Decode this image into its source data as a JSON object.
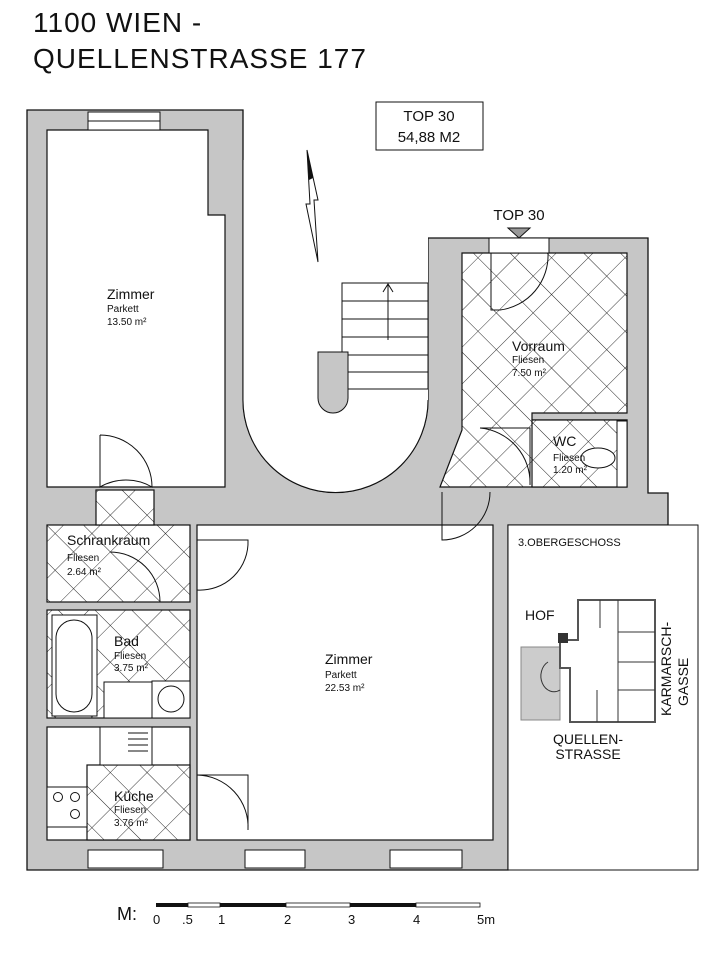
{
  "title": {
    "line1": "1100 WIEN -",
    "line2": "QUELLENSTRASSE 177"
  },
  "unit_box": {
    "top": "TOP 30",
    "area": "54,88 M2"
  },
  "entrance_label": "TOP 30",
  "rooms": [
    {
      "name": "Zimmer",
      "floor": "Parkett",
      "area": "13.50 m²"
    },
    {
      "name": "Vorraum",
      "floor": "Fliesen",
      "area": "7.50 m²"
    },
    {
      "name": "WC",
      "floor": "Fliesen",
      "area": "1.20 m²"
    },
    {
      "name": "Schrankraum",
      "floor": "Fliesen",
      "area": "2.64 m²"
    },
    {
      "name": "Bad",
      "floor": "Fliesen",
      "area": "3.75 m²"
    },
    {
      "name": "Zimmer",
      "floor": "Parkett",
      "area": "22.53 m²"
    },
    {
      "name": "Küche",
      "floor": "Fliesen",
      "area": "3.76 m²"
    }
  ],
  "key_plan": {
    "floor": "3.OBERGESCHOSS",
    "courtyard": "HOF",
    "street_side": "KARMARSCH-GASSE",
    "street_side_lines": [
      "KARMARSCH-",
      "GASSE"
    ],
    "street_bottom_lines": [
      "QUELLEN-",
      "STRASSE"
    ]
  },
  "scale": {
    "prefix": "M:",
    "ticks": [
      "0",
      ".5",
      "1",
      "2",
      "3",
      "4",
      "5m"
    ]
  },
  "colors": {
    "wall": "#c6c6c6",
    "line": "#111111"
  }
}
